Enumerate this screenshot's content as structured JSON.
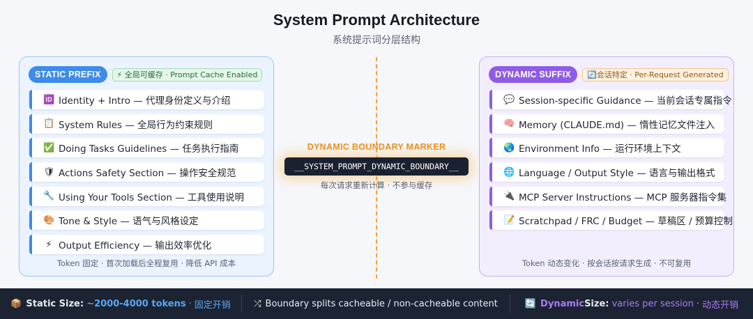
{
  "header": {
    "title": "System Prompt Architecture",
    "subtitle": "系统提示词分层结构"
  },
  "static_panel": {
    "label": "STATIC PREFIX",
    "tag_icon": "⚡",
    "tag": "全局可缓存 · Prompt Cache Enabled",
    "items": [
      {
        "icon": "🆔",
        "icon_name": "id-icon",
        "label": "Identity + Intro — 代理身份定义与介绍"
      },
      {
        "icon": "📋",
        "icon_name": "clipboard-icon",
        "label": "System Rules — 全局行为约束规则"
      },
      {
        "icon": "✅",
        "icon_name": "checkmark-icon",
        "label": "Doing Tasks Guidelines — 任务执行指南"
      },
      {
        "icon": "🛡",
        "icon_name": "shield-icon",
        "label": "Actions Safety Section — 操作安全规范"
      },
      {
        "icon": "🔧",
        "icon_name": "wrench-icon",
        "label": "Using Your Tools Section — 工具使用说明"
      },
      {
        "icon": "🎨",
        "icon_name": "palette-icon",
        "label": "Tone & Style — 语气与风格设定"
      },
      {
        "icon": "⚡",
        "icon_name": "lightning-icon",
        "label": "Output Efficiency — 输出效率优化"
      }
    ],
    "footer": "Token 固定 · 首次加载后全程复用 · 降低 API 成本"
  },
  "boundary": {
    "title": "DYNAMIC BOUNDARY MARKER",
    "code": "__SYSTEM_PROMPT_DYNAMIC_BOUNDARY__",
    "note": "每次请求重新计算 · 不参与缓存"
  },
  "dynamic_panel": {
    "label": "DYNAMIC SUFFIX",
    "tag_icon": "🔄",
    "tag": "会话特定 · Per-Request Generated",
    "items": [
      {
        "icon": "💬",
        "icon_name": "speech-bubble-icon",
        "label": "Session-specific Guidance — 当前会话专属指令"
      },
      {
        "icon": "🧠",
        "icon_name": "brain-icon",
        "label": "Memory (CLAUDE.md) — 惰性记忆文件注入"
      },
      {
        "icon": "🌏",
        "icon_name": "globe-icon",
        "label": "Environment Info — 运行环境上下文"
      },
      {
        "icon": "🌐",
        "icon_name": "network-globe-icon",
        "label": "Language / Output Style — 语言与输出格式"
      },
      {
        "icon": "🔌",
        "icon_name": "plug-icon",
        "label": "MCP Server Instructions — MCP 服务器指令集"
      },
      {
        "icon": "📝",
        "icon_name": "memo-icon",
        "label": "Scratchpad / FRC / Budget — 草稿区 / 预算控制"
      }
    ],
    "footer": "Token 动态变化 · 按会话按请求生成 · 不可复用"
  },
  "footer": {
    "static_icon": "📦",
    "static_label": "Static Size:",
    "static_value": "~2000-4000 tokens",
    "static_sep": "·",
    "static_note": "固定开销",
    "boundary_icon": "⤮",
    "boundary_text": "Boundary splits cacheable / non-cacheable content",
    "dynamic_icon": "🔄",
    "dynamic_label_a": "Dynamic",
    "dynamic_label_b": " Size:",
    "dynamic_value": "varies per session",
    "dynamic_sep": "·",
    "dynamic_note": "动态开销"
  },
  "colors": {
    "static_accent": "#3d8bea",
    "dynamic_accent": "#8e5ce6",
    "boundary_accent": "#e8901f",
    "footer_bg": "#1c2333"
  }
}
